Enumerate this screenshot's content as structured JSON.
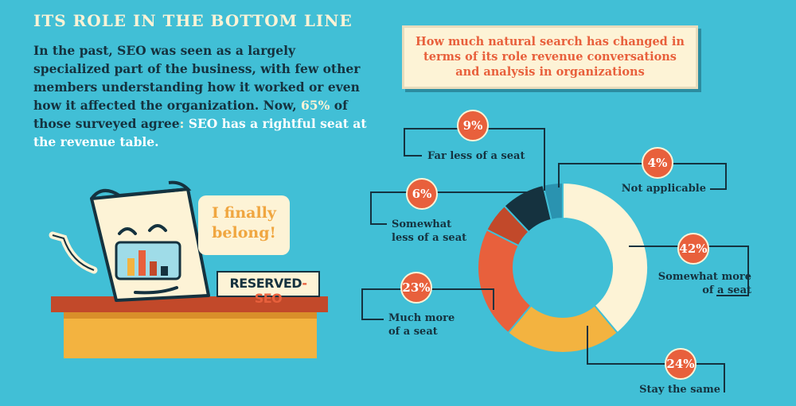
{
  "page": {
    "heading": "ITS ROLE IN THE BOTTOM LINE",
    "body_pre": "In the past, SEO was seen as a largely specialized part of the business, with few other members understanding how it worked or even how it affected the organization. Now, ",
    "body_highlight": "65%",
    "body_mid": " of those surveyed agree",
    "body_colon": ": ",
    "body_highlight2": "SEO has a rightful seat at the revenue table.",
    "bubble_line1": "I finally",
    "bubble_line2": "belong!",
    "sign_left": "RESERVED",
    "sign_dash": "-",
    "sign_right": "SEO"
  },
  "colors": {
    "background": "#41bfd6",
    "dark": "#15323f",
    "cream": "#fdf3d6",
    "accent_orange": "#e8603c",
    "yellow": "#f0a640"
  },
  "chart_data": {
    "type": "pie",
    "title": "How much natural search has changed in terms of its role revenue conversations and analysis in organizations",
    "slices": [
      {
        "label": "Somewhat more of a seat",
        "label_lines": [
          "Somewhat more",
          "of a seat"
        ],
        "value": 42,
        "display": "42%",
        "color": "#fdf3d6"
      },
      {
        "label": "Stay the same",
        "label_lines": [
          "Stay the same"
        ],
        "value": 24,
        "display": "24%",
        "color": "#f3b340"
      },
      {
        "label": "Much more of a seat",
        "label_lines": [
          "Much more",
          "of a seat"
        ],
        "value": 23,
        "display": "23%",
        "color": "#e8603c"
      },
      {
        "label": "Somewhat less of a seat",
        "label_lines": [
          "Somewhat",
          "less of a seat"
        ],
        "value": 6,
        "display": "6%",
        "color": "#c2492a"
      },
      {
        "label": "Far less of a seat",
        "label_lines": [
          "Far less of a seat"
        ],
        "value": 9,
        "display": "9%",
        "color": "#15323f"
      },
      {
        "label": "Not applicable",
        "label_lines": [
          "Not applicable"
        ],
        "value": 4,
        "display": "4%",
        "color": "#2a93b0"
      }
    ]
  }
}
